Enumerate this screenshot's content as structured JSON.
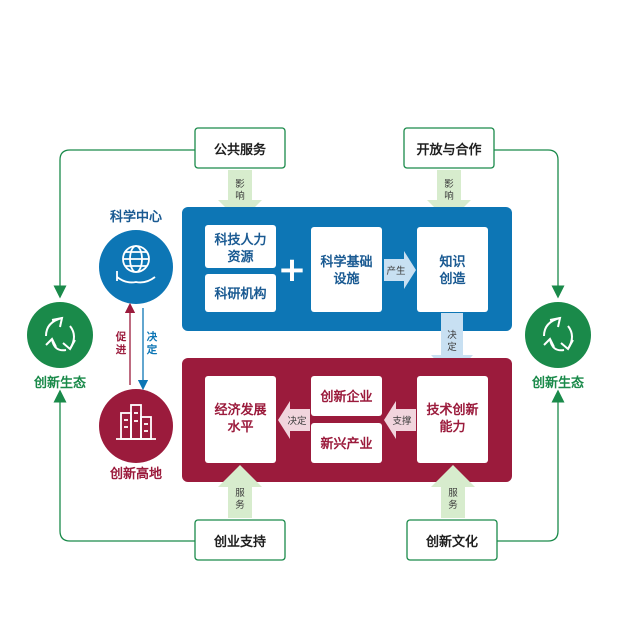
{
  "colors": {
    "green": "#1a8a4a",
    "blue": "#0d76b5",
    "crimson": "#9b1b3c",
    "arrow_green": "#d7eccd",
    "arrow_blue": "#c8e0f2"
  },
  "top_boxes": {
    "public_service": "公共服务",
    "open_cooperation": "开放与合作"
  },
  "bottom_boxes": {
    "entrepreneurship": "创业支持",
    "culture": "创新文化"
  },
  "left_node": {
    "science_center": "科学中心",
    "highland": "创新高地",
    "promote": "促进",
    "decide": "决定"
  },
  "ecosystem": {
    "left": "创新生态",
    "right": "创新生态"
  },
  "blue_panel": {
    "talent_1": "科技人力",
    "talent_2": "资源",
    "institutions": "科研机构",
    "plus": "+",
    "infra_1": "科学基础",
    "infra_2": "设施",
    "produce": "产生",
    "knowledge_1": "知识",
    "knowledge_2": "创造"
  },
  "red_panel": {
    "economy_1": "经济发展",
    "economy_2": "水平",
    "decide": "决定",
    "enterprise": "创新企业",
    "industry": "新兴产业",
    "support": "支撑",
    "capability_1": "技术创新",
    "capability_2": "能力"
  },
  "arrows": {
    "influence_top_left": "影响",
    "influence_top_right": "影响",
    "middle_decide": "决定",
    "serve_bottom_left": "服务",
    "serve_bottom_right": "服务"
  },
  "icons": {
    "recycle": "recycle-icon",
    "globe_hand": "globe-hand-icon",
    "buildings": "buildings-icon"
  }
}
